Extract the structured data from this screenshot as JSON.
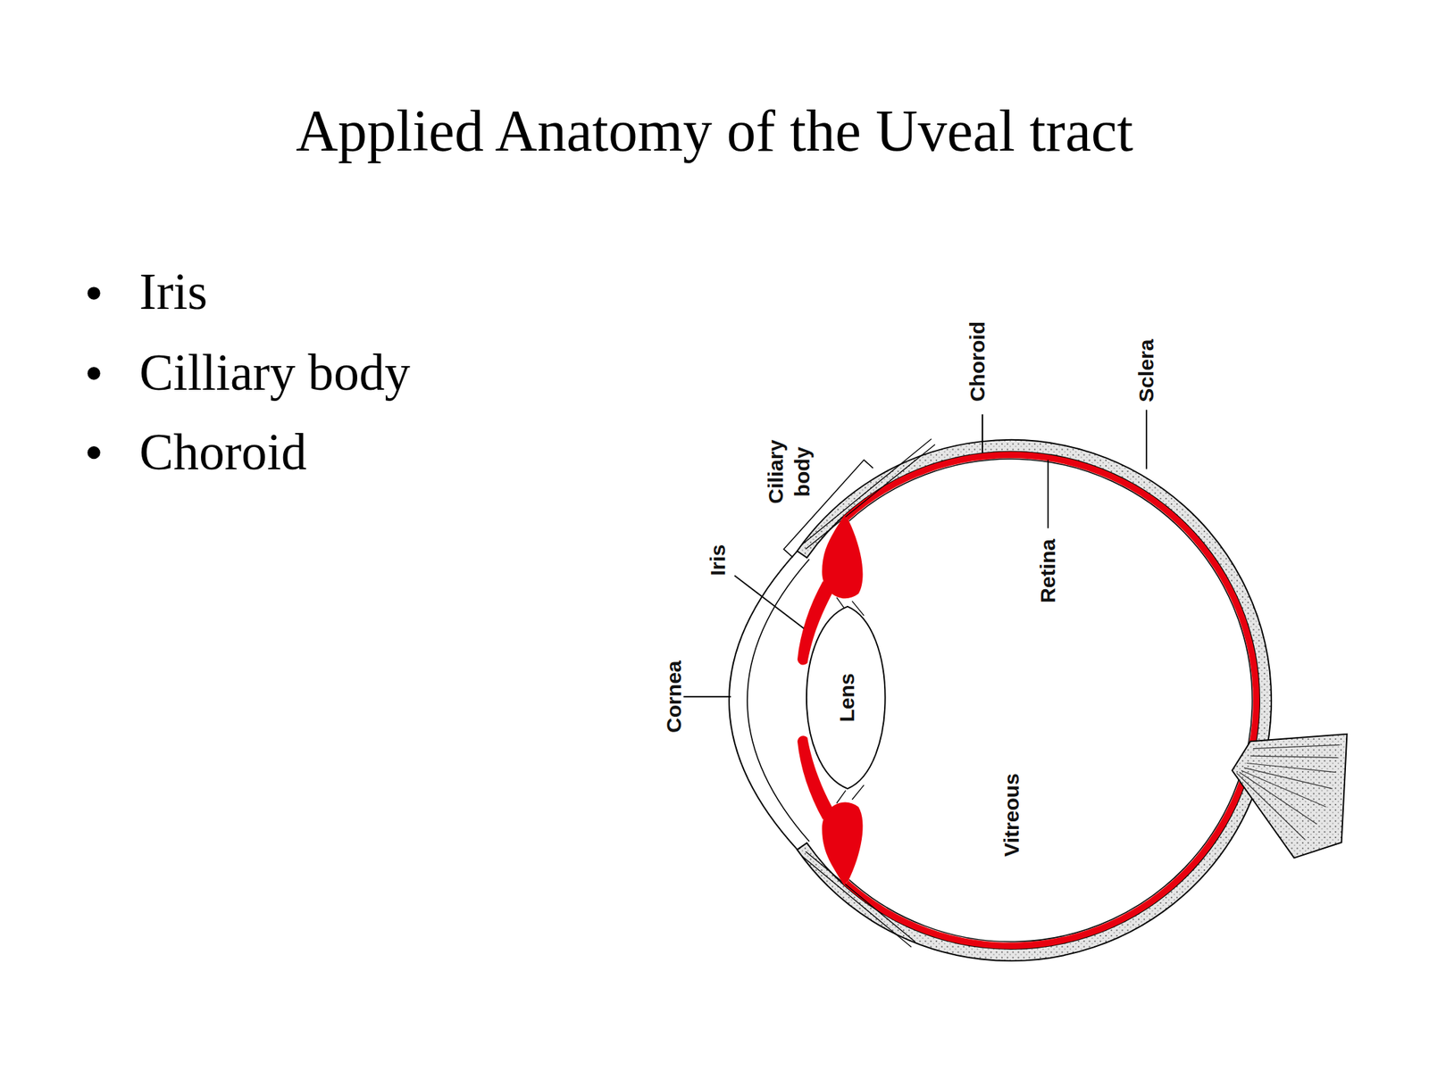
{
  "diagram": {
    "title": "Applied Anatomy of the Uveal tract",
    "nodes": [
      {
        "text": [
          "Lens"
        ]
      }
    ],
    "labels": [
      "Iris",
      "Cilliary body",
      "Choroid",
      "Choroid",
      "Sclera",
      "Ciliary body",
      "Iris",
      "Retina",
      "Cornea",
      "Vitreous"
    ]
  }
}
